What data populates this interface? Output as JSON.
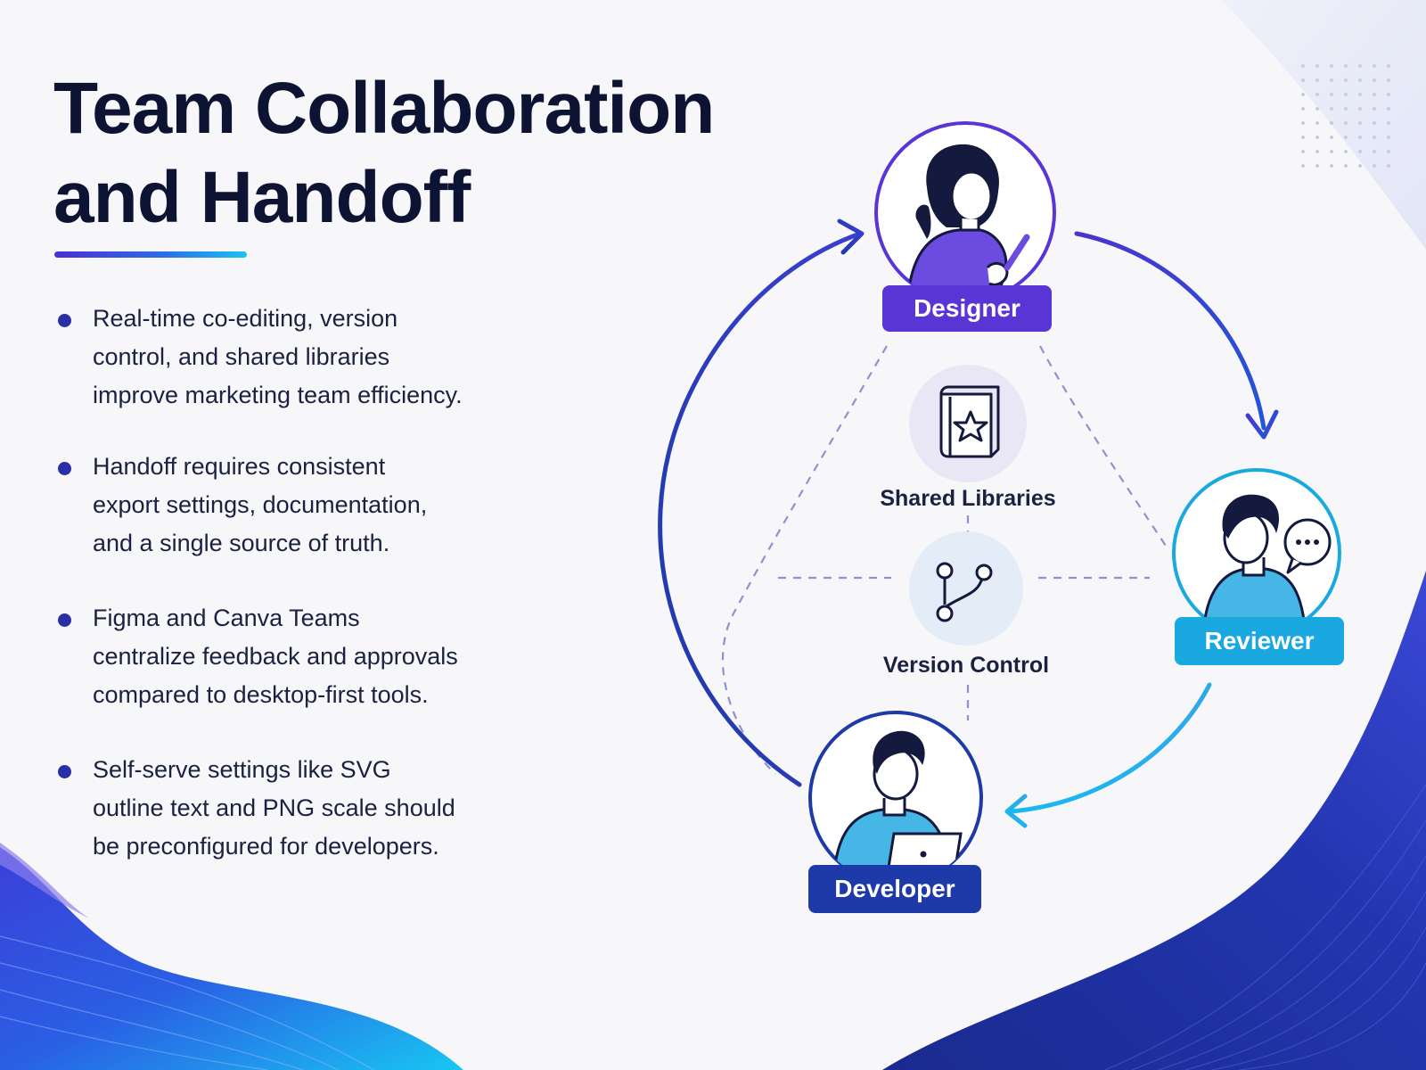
{
  "title": {
    "line1": "Team Collaboration",
    "line2": "and Handoff"
  },
  "bullets": [
    {
      "lines": [
        "Real-time co-editing, version",
        "control, and shared libraries",
        "improve marketing team efficiency."
      ]
    },
    {
      "lines": [
        "Handoff requires consistent",
        "export settings, documentation,",
        "and a single source of truth."
      ]
    },
    {
      "lines": [
        "Figma and Canva Teams",
        "centralize feedback and approvals",
        "compared to desktop-first tools."
      ]
    },
    {
      "lines": [
        "Self-serve settings like SVG",
        "outline text and PNG scale should",
        "be preconfigured for developers."
      ]
    }
  ],
  "diagram": {
    "roles": {
      "designer": "Designer",
      "reviewer": "Reviewer",
      "developer": "Developer"
    },
    "hub": {
      "libraries": "Shared Libraries",
      "version_control": "Version Control"
    },
    "icons": {
      "designer": "woman-with-pen-icon",
      "reviewer": "man-with-speech-bubble-icon",
      "developer": "man-with-laptop-icon",
      "libraries": "book-with-star-icon",
      "version_control": "branch-icon",
      "bubble": "speech-bubble-icon"
    },
    "flow": [
      "Designer",
      "Reviewer",
      "Developer",
      "Designer"
    ]
  },
  "colors": {
    "title": "#0d1433",
    "designer": "#5a35d6",
    "reviewer": "#1aa8e0",
    "developer": "#1e3aa8",
    "accent_start": "#4b2fd6",
    "accent_end": "#19c2f0"
  }
}
